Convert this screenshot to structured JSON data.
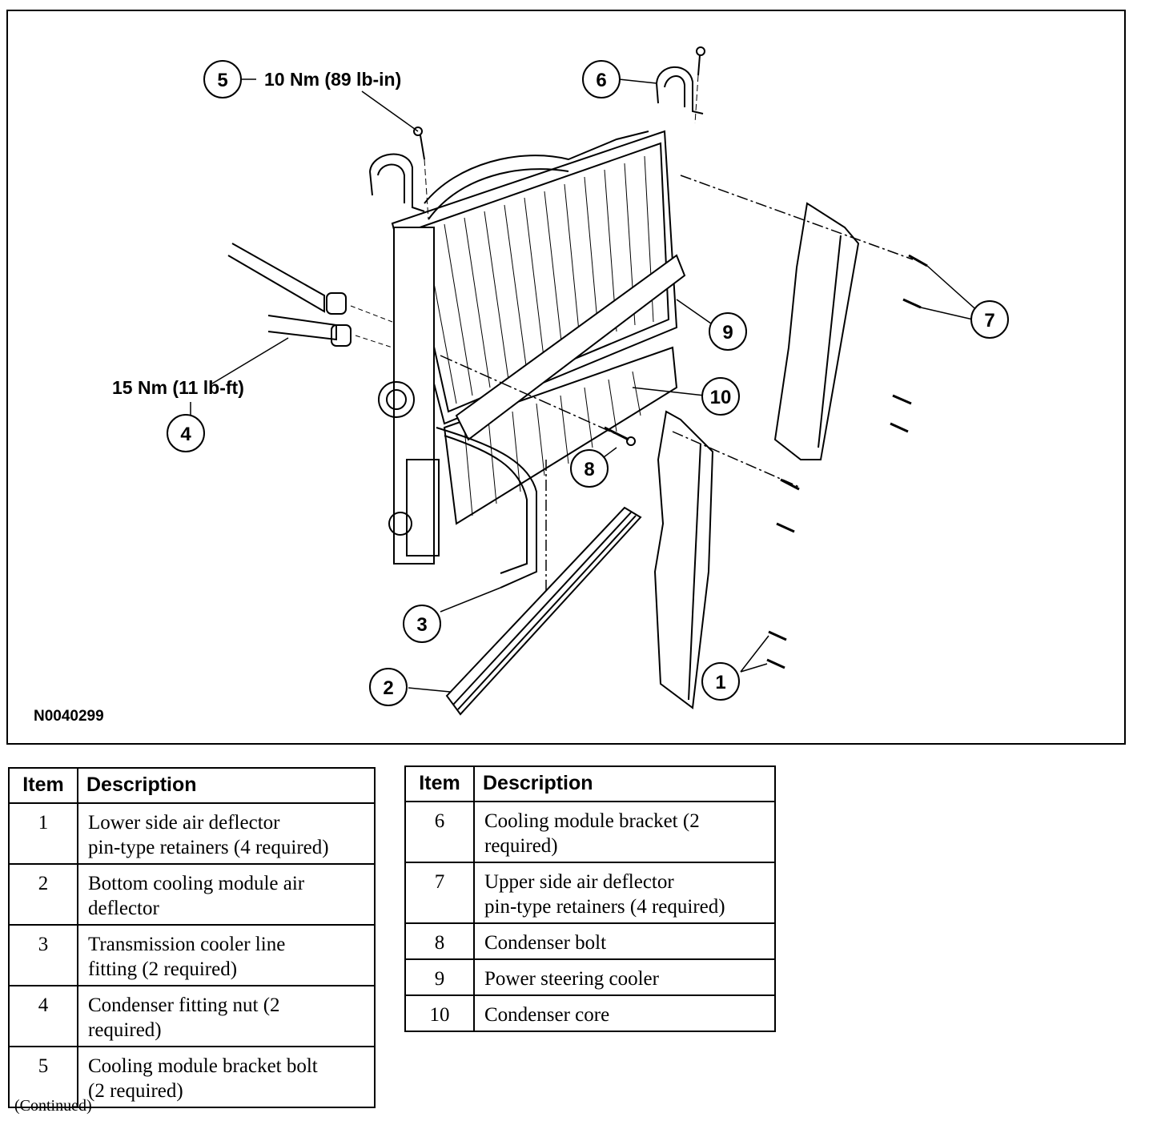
{
  "figure": {
    "code": "N0040299",
    "callouts": [
      "1",
      "2",
      "3",
      "4",
      "5",
      "6",
      "7",
      "8",
      "9",
      "10"
    ],
    "torque_5": "10 Nm (89 lb-in)",
    "torque_4": "15 Nm (11 lb-ft)"
  },
  "table_left": {
    "headers": {
      "item": "Item",
      "description": "Description"
    },
    "rows": [
      {
        "item": "1",
        "line1": "Lower side air deflector",
        "line2": "pin-type retainers (4 required)"
      },
      {
        "item": "2",
        "line1": "Bottom cooling module air",
        "line2": "deflector"
      },
      {
        "item": "3",
        "line1": "Transmission cooler line",
        "line2": "fitting (2 required)"
      },
      {
        "item": "4",
        "line1": "Condenser fitting nut (2",
        "line2": "required)"
      },
      {
        "item": "5",
        "line1": "Cooling module bracket bolt",
        "line2": "(2 required)"
      }
    ]
  },
  "table_right": {
    "headers": {
      "item": "Item",
      "description": "Description"
    },
    "rows": [
      {
        "item": "6",
        "line1": "Cooling module bracket (2",
        "line2": "required)"
      },
      {
        "item": "7",
        "line1": "Upper side air deflector",
        "line2": "pin-type retainers (4 required)"
      },
      {
        "item": "8",
        "line1": "Condenser bolt",
        "line2": ""
      },
      {
        "item": "9",
        "line1": "Power steering cooler",
        "line2": ""
      },
      {
        "item": "10",
        "line1": "Condenser core",
        "line2": ""
      }
    ]
  },
  "footer": {
    "continued": "(Continued)"
  }
}
